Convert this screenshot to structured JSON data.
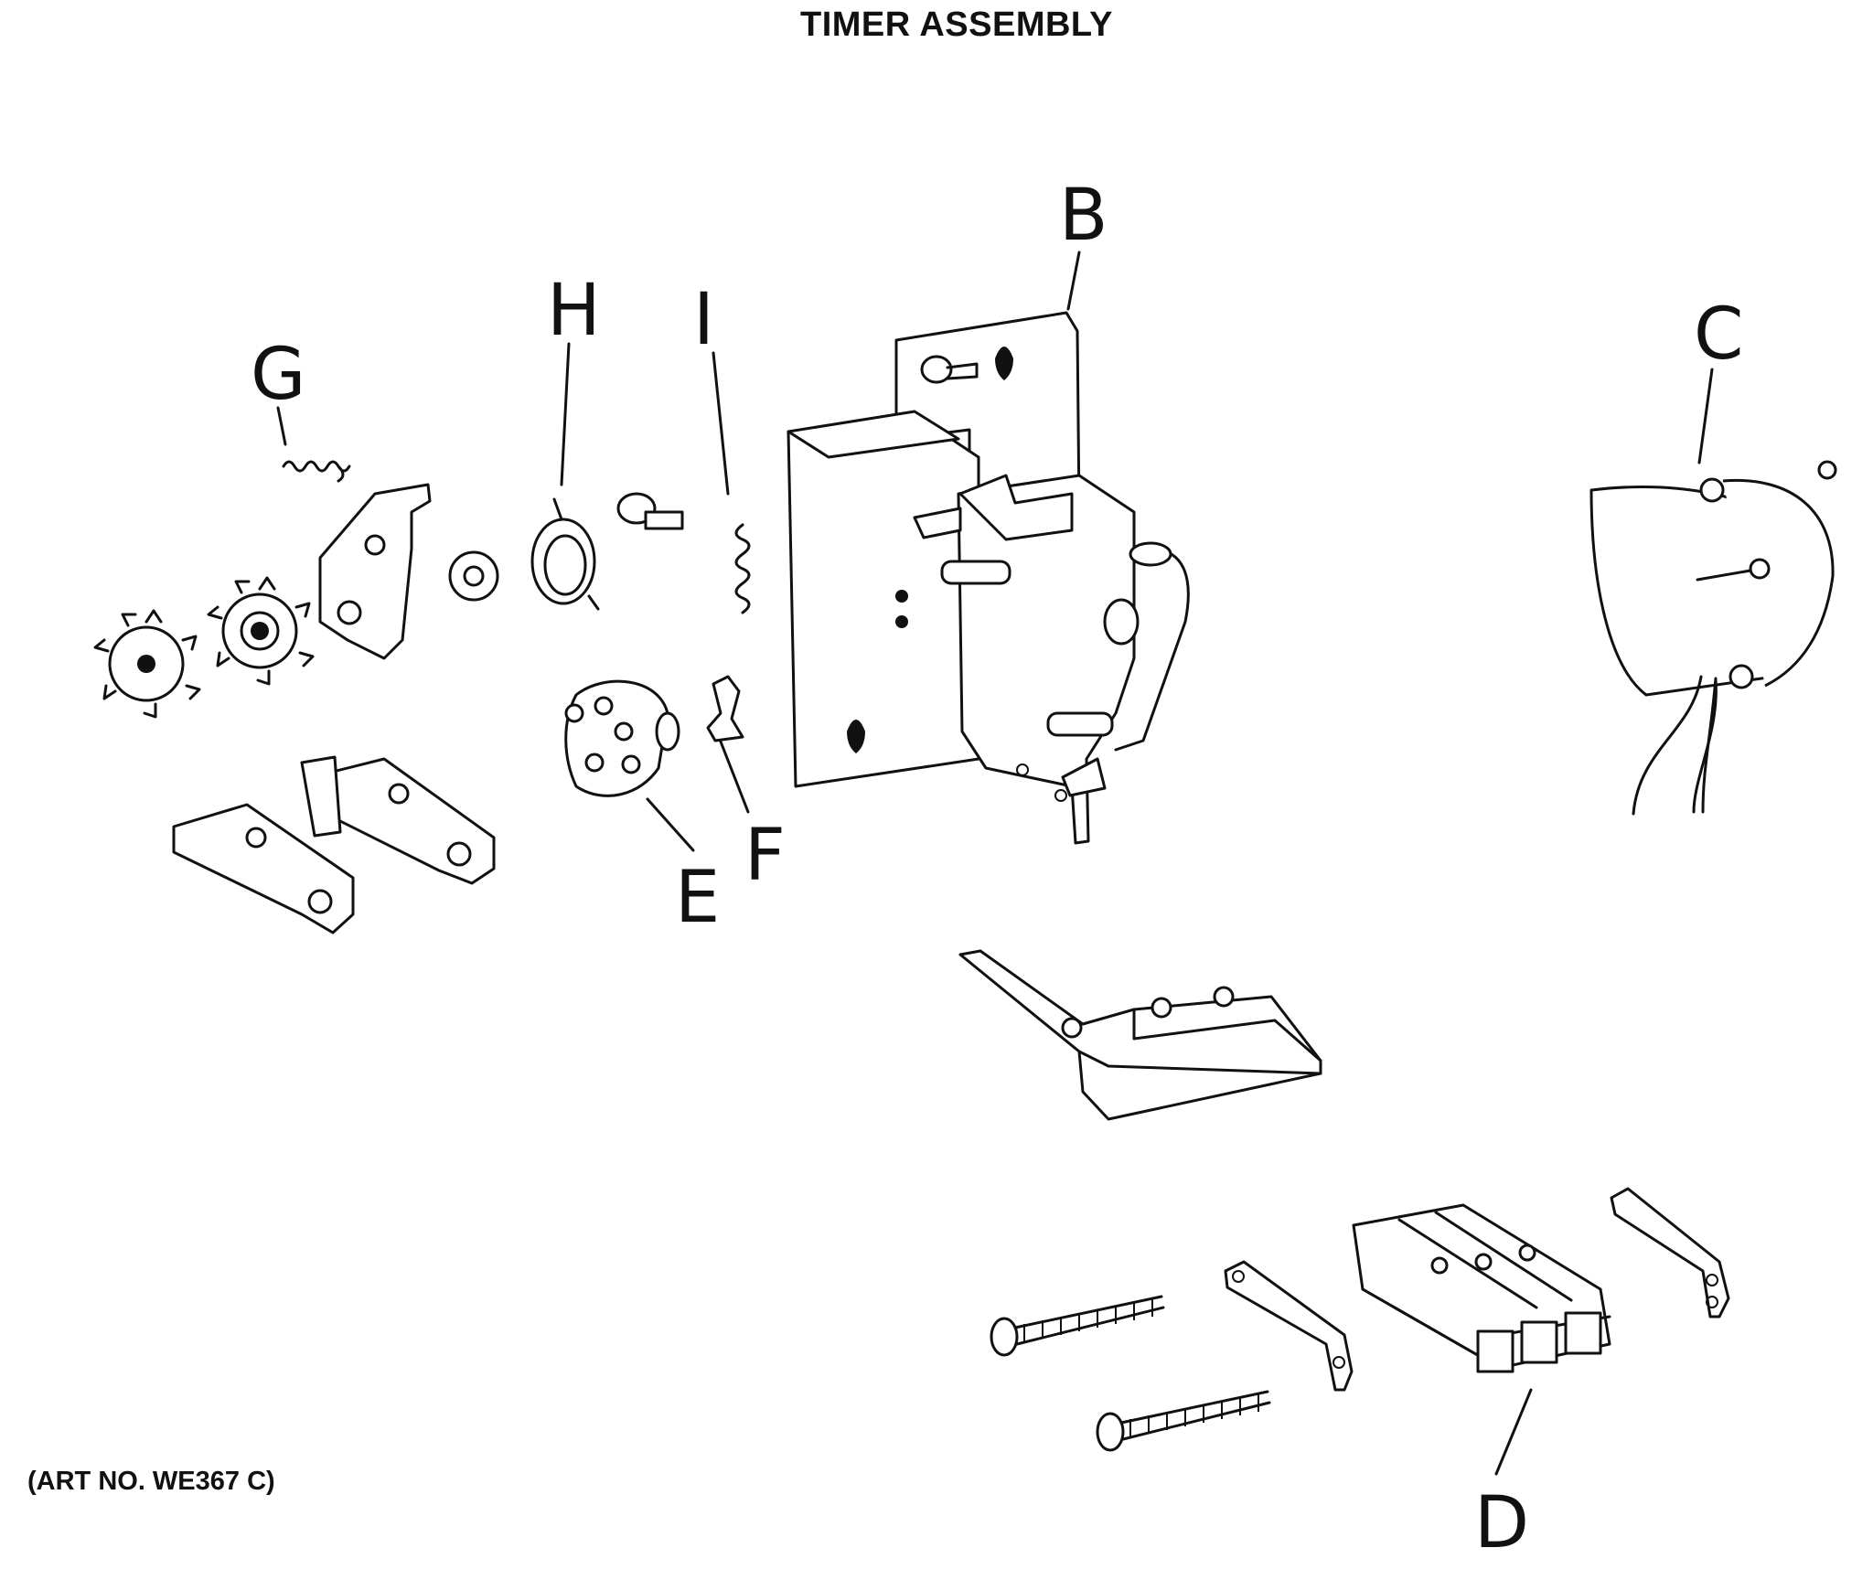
{
  "diagram": {
    "title": "TIMER ASSEMBLY",
    "art_number": "(ART NO. WE367 C)",
    "callouts": {
      "A": "",
      "B": "B",
      "C": "C",
      "D": "D",
      "E": "E",
      "F": "F",
      "G": "G",
      "H": "H",
      "I": "I"
    }
  }
}
